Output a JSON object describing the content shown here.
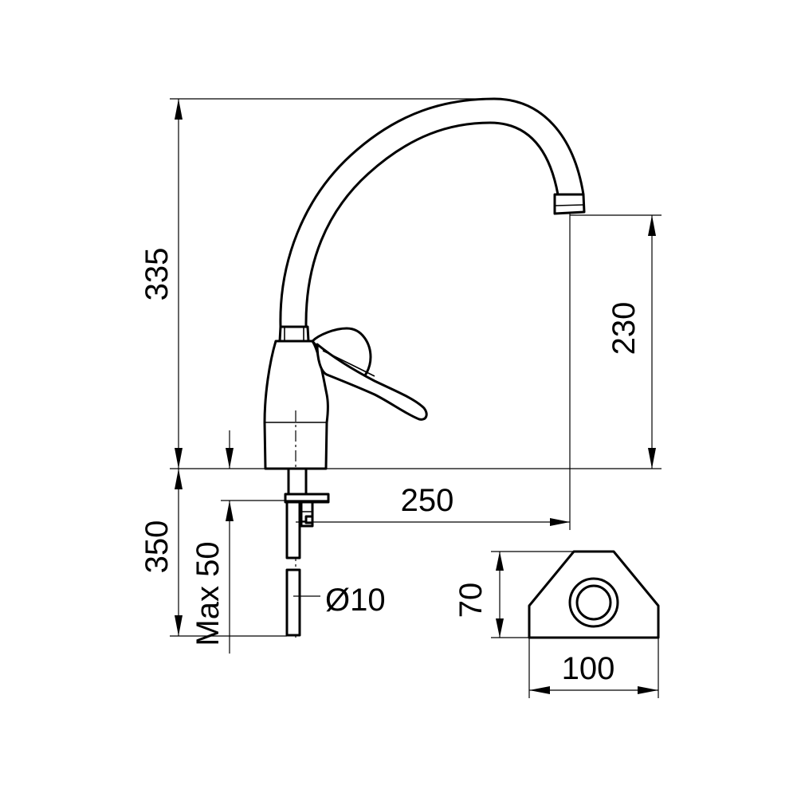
{
  "dimensions": {
    "height_total": "335",
    "spout_height": "230",
    "spout_reach": "250",
    "below_deck": "350",
    "max_deck": "Max 50",
    "pipe_diameter": "Ø10",
    "base_depth": "70",
    "base_width": "100"
  }
}
